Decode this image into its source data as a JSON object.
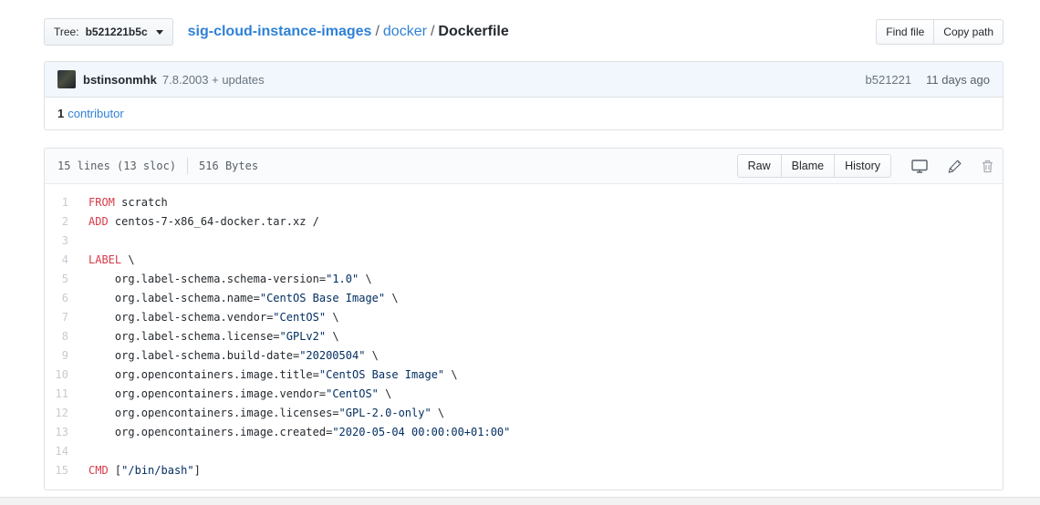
{
  "topbar": {
    "tree_button": {
      "label": "Tree:",
      "sha": "b521221b5c"
    },
    "breadcrumb": {
      "repo": "sig-cloud-instance-images",
      "sep1": "/",
      "dir": "docker",
      "sep2": "/",
      "file": "Dockerfile"
    },
    "find_file_label": "Find file",
    "copy_path_label": "Copy path"
  },
  "commit": {
    "author": "bstinsonmhk",
    "message": "7.8.2003 + updates",
    "sha_short": "b521221",
    "time_ago": "11 days ago",
    "contributors_count": "1",
    "contributors_label": "contributor"
  },
  "file": {
    "lines_info": "15 lines (13 sloc)",
    "size": "516 Bytes",
    "raw_label": "Raw",
    "blame_label": "Blame",
    "history_label": "History",
    "icons": [
      "desktop-icon",
      "pencil-icon",
      "trash-icon"
    ]
  },
  "colors": {
    "keyword": "#d73a49",
    "string": "#032f62",
    "plain": "#24292e",
    "link_blue": "#2f81d6",
    "commit_head_bg": "#f1f7fd"
  },
  "code": {
    "lines": [
      {
        "num": "1",
        "tokens": [
          {
            "t": "FROM",
            "c": "k"
          },
          {
            "t": " scratch",
            "c": "p"
          }
        ]
      },
      {
        "num": "2",
        "tokens": [
          {
            "t": "ADD",
            "c": "k"
          },
          {
            "t": " centos-7-x86_64-docker.tar.xz /",
            "c": "p"
          }
        ]
      },
      {
        "num": "3",
        "tokens": []
      },
      {
        "num": "4",
        "tokens": [
          {
            "t": "LABEL",
            "c": "k"
          },
          {
            "t": " \\",
            "c": "p"
          }
        ]
      },
      {
        "num": "5",
        "tokens": [
          {
            "t": "    org.label-schema.schema-version=",
            "c": "p"
          },
          {
            "t": "\"1.0\"",
            "c": "s"
          },
          {
            "t": " \\",
            "c": "p"
          }
        ]
      },
      {
        "num": "6",
        "tokens": [
          {
            "t": "    org.label-schema.name=",
            "c": "p"
          },
          {
            "t": "\"CentOS Base Image\"",
            "c": "s"
          },
          {
            "t": " \\",
            "c": "p"
          }
        ]
      },
      {
        "num": "7",
        "tokens": [
          {
            "t": "    org.label-schema.vendor=",
            "c": "p"
          },
          {
            "t": "\"CentOS\"",
            "c": "s"
          },
          {
            "t": " \\",
            "c": "p"
          }
        ]
      },
      {
        "num": "8",
        "tokens": [
          {
            "t": "    org.label-schema.license=",
            "c": "p"
          },
          {
            "t": "\"GPLv2\"",
            "c": "s"
          },
          {
            "t": " \\",
            "c": "p"
          }
        ]
      },
      {
        "num": "9",
        "tokens": [
          {
            "t": "    org.label-schema.build-date=",
            "c": "p"
          },
          {
            "t": "\"20200504\"",
            "c": "s"
          },
          {
            "t": " \\",
            "c": "p"
          }
        ]
      },
      {
        "num": "10",
        "tokens": [
          {
            "t": "    org.opencontainers.image.title=",
            "c": "p"
          },
          {
            "t": "\"CentOS Base Image\"",
            "c": "s"
          },
          {
            "t": " \\",
            "c": "p"
          }
        ]
      },
      {
        "num": "11",
        "tokens": [
          {
            "t": "    org.opencontainers.image.vendor=",
            "c": "p"
          },
          {
            "t": "\"CentOS\"",
            "c": "s"
          },
          {
            "t": " \\",
            "c": "p"
          }
        ]
      },
      {
        "num": "12",
        "tokens": [
          {
            "t": "    org.opencontainers.image.licenses=",
            "c": "p"
          },
          {
            "t": "\"GPL-2.0-only\"",
            "c": "s"
          },
          {
            "t": " \\",
            "c": "p"
          }
        ]
      },
      {
        "num": "13",
        "tokens": [
          {
            "t": "    org.opencontainers.image.created=",
            "c": "p"
          },
          {
            "t": "\"2020-05-04 00:00:00+01:00\"",
            "c": "s"
          }
        ]
      },
      {
        "num": "14",
        "tokens": []
      },
      {
        "num": "15",
        "tokens": [
          {
            "t": "CMD",
            "c": "k"
          },
          {
            "t": " [",
            "c": "p"
          },
          {
            "t": "\"/bin/bash\"",
            "c": "s"
          },
          {
            "t": "]",
            "c": "p"
          }
        ]
      }
    ]
  }
}
